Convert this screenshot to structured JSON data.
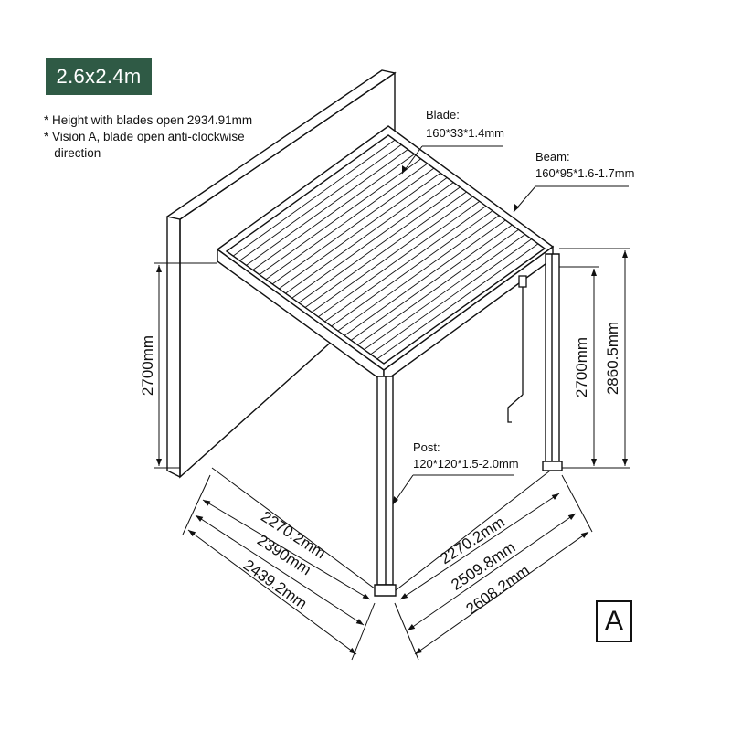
{
  "badge": {
    "label": "2.6x2.4m",
    "color": "#2f5a45"
  },
  "notes": [
    "* Height with blades open 2934.91mm",
    "* Vision A, blade open anti-clockwise",
    "   direction"
  ],
  "callouts": {
    "blade": {
      "name": "Blade:",
      "spec": "160*33*1.4mm"
    },
    "beam": {
      "name": "Beam:",
      "spec": "160*95*1.6-1.7mm"
    },
    "post": {
      "name": "Post:",
      "spec": "120*120*1.5-2.0mm"
    }
  },
  "dimensions": {
    "left_height": "2700mm",
    "right_height": "2700mm",
    "right_total_height": "2860.5mm",
    "left_run_1": "2270.2mm",
    "left_run_2": "2390mm",
    "left_run_3": "2439.2mm",
    "right_run_1": "2270.2mm",
    "right_run_2": "2509.8mm",
    "right_run_3": "2608.2mm"
  },
  "view_label": "A"
}
